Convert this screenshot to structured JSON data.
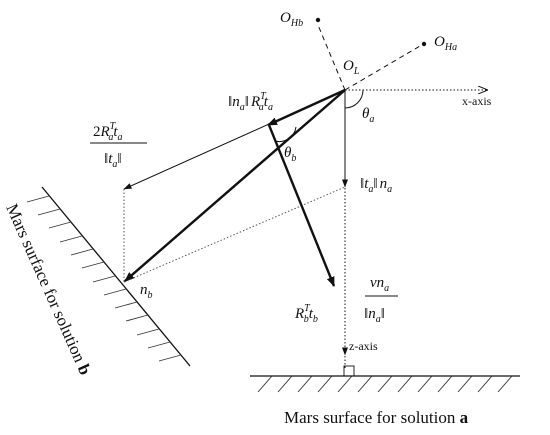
{
  "points": {
    "O_Hb": {
      "main": "O",
      "sub": "Hb"
    },
    "O_Ha": {
      "main": "O",
      "sub": "Ha"
    },
    "O_L": {
      "main": "O",
      "sub": "L"
    }
  },
  "axes": {
    "x_axis": "x-axis",
    "z_axis": "z-axis"
  },
  "angles": {
    "theta_a": {
      "main": "θ",
      "sub": "a"
    },
    "theta_b": {
      "main": "θ",
      "sub": "b"
    }
  },
  "vectors": {
    "norm_na_Ra_ta": {
      "bar1": "‖",
      "n": "n",
      "n_sub": "a",
      "bar2": "‖",
      "R": "R",
      "R_sup": "T",
      "R_sub": "a",
      "t": "t",
      "t_sub": "a"
    },
    "two_Ra_ta": {
      "num_coef": "2",
      "num_R": "R",
      "num_R_sup": "T",
      "num_R_sub": "a",
      "num_t": "t",
      "num_t_sub": "a",
      "den_bar1": "‖",
      "den_t": "t",
      "den_t_sub": "a",
      "den_bar2": "‖"
    },
    "norm_ta_na": {
      "bar1": "‖",
      "t": "t",
      "t_sub": "a",
      "bar2": "‖",
      "n": "n",
      "n_sub": "a"
    },
    "n_b": {
      "main": "n",
      "sub": "b"
    },
    "Rb_tb": {
      "R": "R",
      "R_sup": "T",
      "R_sub": "b",
      "t": "t",
      "t_sub": "b"
    },
    "nu_na": {
      "num_nu": "ν",
      "num_n": "n",
      "num_n_sub": "a",
      "den_bar1": "‖",
      "den_n": "n",
      "den_n_sub": "a",
      "den_bar2": "‖"
    }
  },
  "surfaces": {
    "a": {
      "text": "Mars surface for solution ",
      "letter": "a"
    },
    "b": {
      "text": "Mars surface for solution ",
      "letter": "b"
    }
  }
}
